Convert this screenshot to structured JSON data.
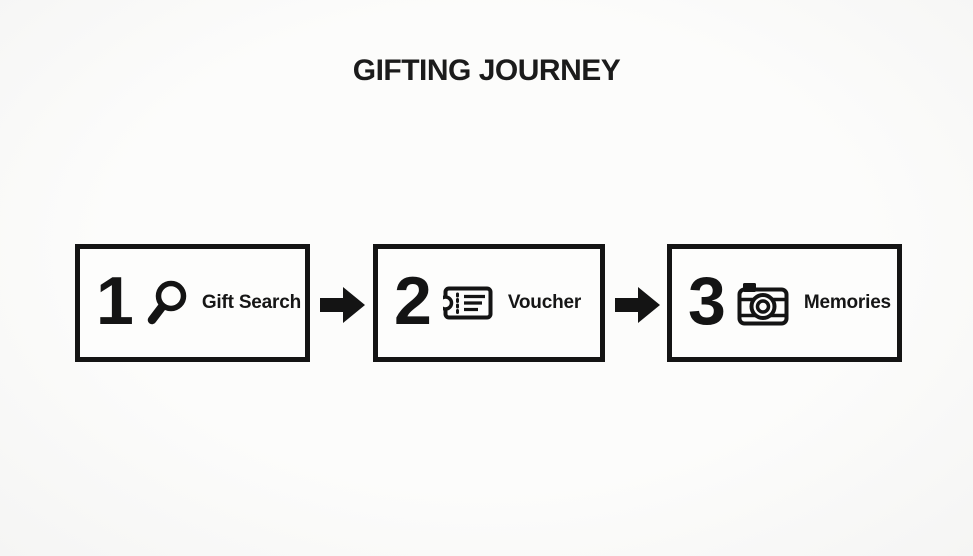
{
  "page": {
    "title": "GIFTING JOURNEY",
    "ink_color": "#141414",
    "background_color": "#fafaf9",
    "box_fill_color": "#fdfdfc"
  },
  "journey": {
    "steps": [
      {
        "number": "1",
        "icon": "magnifier-icon",
        "label": "Gift Search"
      },
      {
        "number": "2",
        "icon": "ticket-icon",
        "label": "Voucher"
      },
      {
        "number": "3",
        "icon": "camera-icon",
        "label": "Memories"
      }
    ],
    "connector_icon": "arrow-right-icon"
  }
}
